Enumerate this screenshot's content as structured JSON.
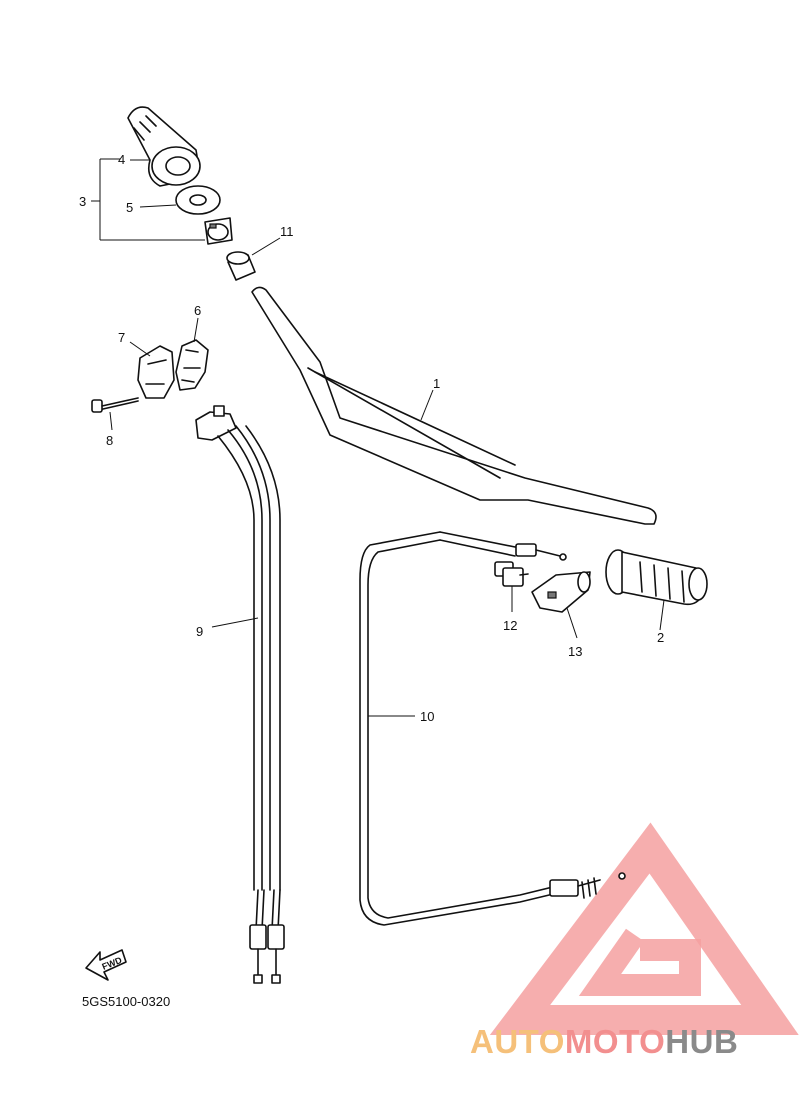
{
  "callouts": {
    "p1": "1",
    "p2": "2",
    "p3": "3",
    "p4": "4",
    "p5": "5",
    "p6": "6",
    "p7": "7",
    "p8": "8",
    "p9": "9",
    "p10": "10",
    "p11": "11",
    "p12": "12",
    "p13": "13"
  },
  "fwd_label": "FWD",
  "diagram_code": "5GS5100-0320",
  "watermark": {
    "part1": "AUTO",
    "part2": "MOTO",
    "part3": "HUB",
    "colors": {
      "auto": "#f5c07a",
      "moto": "#f28f8f",
      "hub": "#8a8a8a",
      "logo": "#f4a0a0"
    }
  }
}
